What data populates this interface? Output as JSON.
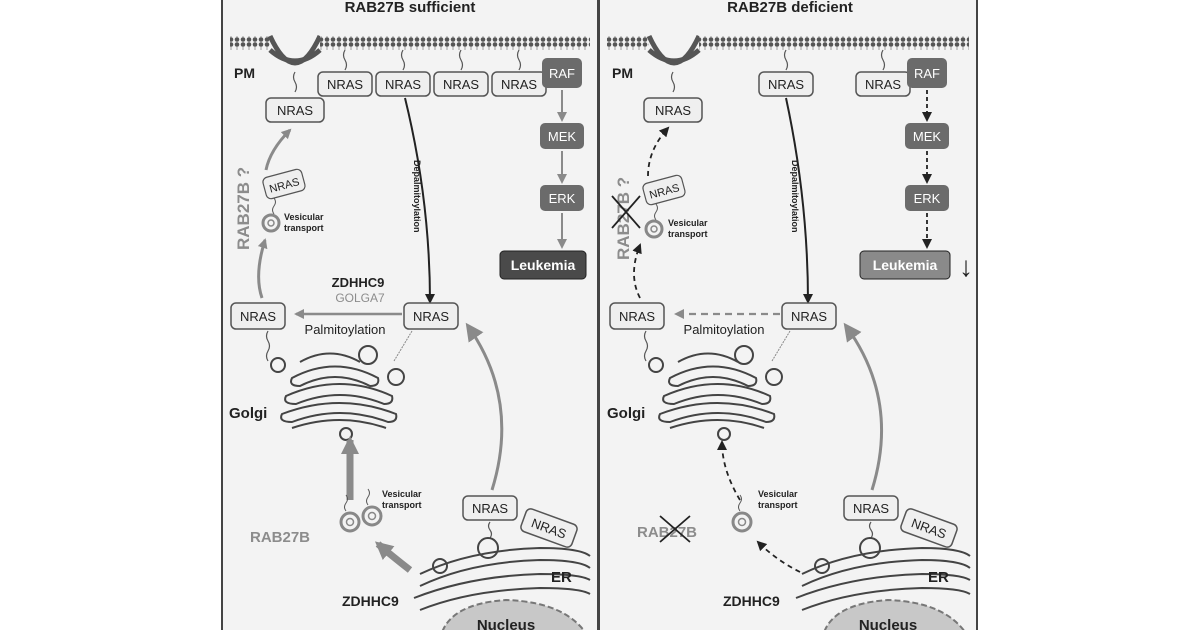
{
  "panels": {
    "left": {
      "title": "RAB27B sufficient",
      "pm_label": "PM",
      "nras_pm": [
        "NRAS",
        "NRAS",
        "NRAS",
        "NRAS",
        "NRAS"
      ],
      "raf": "RAF",
      "mek": "MEK",
      "erk": "ERK",
      "leukemia": "Leukemia",
      "depalmitoylation": "Depalmitoylation",
      "rab27b_question": "RAB27B ?",
      "vesicle_nras": "NRAS",
      "vesicular_transport_1": "Vesicular",
      "vesicular_transport_2": "transport",
      "zdhhc9_top": "ZDHHC9",
      "golga7": "GOLGA7",
      "nras_golgi_left": "NRAS",
      "nras_golgi_right": "NRAS",
      "palmitoylation": "Palmitoylation",
      "golgi": "Golgi",
      "lower_vesicular_1": "Vesicular",
      "lower_vesicular_2": "transport",
      "rab27b": "RAB27B",
      "nras_er_1": "NRAS",
      "nras_er_2": "NRAS",
      "er": "ER",
      "zdhhc9_bottom": "ZDHHC9",
      "nucleus": "Nucleus"
    },
    "right": {
      "title": "RAB27B deficient",
      "pm_label": "PM",
      "nras_pm": [
        "NRAS",
        "NRAS",
        "NRAS"
      ],
      "raf": "RAF",
      "mek": "MEK",
      "erk": "ERK",
      "leukemia": "Leukemia",
      "down_arrow": "↓",
      "depalmitoylation": "Depalmitoylation",
      "rab27b_question": "RAB27B ?",
      "vesicle_nras": "NRAS",
      "vesicular_transport_1": "Vesicular",
      "vesicular_transport_2": "transport",
      "nras_golgi_left": "NRAS",
      "nras_golgi_right": "NRAS",
      "palmitoylation": "Palmitoylation",
      "golgi": "Golgi",
      "lower_vesicular_1": "Vesicular",
      "lower_vesicular_2": "transport",
      "rab27b": "RAB27B",
      "nras_er_1": "NRAS",
      "nras_er_2": "NRAS",
      "er": "ER",
      "zdhhc9_bottom": "ZDHHC9",
      "nucleus": "Nucleus"
    }
  },
  "colors": {
    "panel_bg": "#f3f3f3",
    "border": "#444444",
    "box_fill": "#efefef",
    "dark_box": "#6b6b6b",
    "leukemia_fill": "#4a4a4a",
    "arrow_gray": "#8a8a8a",
    "text_dark": "#222222",
    "text_gray": "#8c8c8c"
  }
}
